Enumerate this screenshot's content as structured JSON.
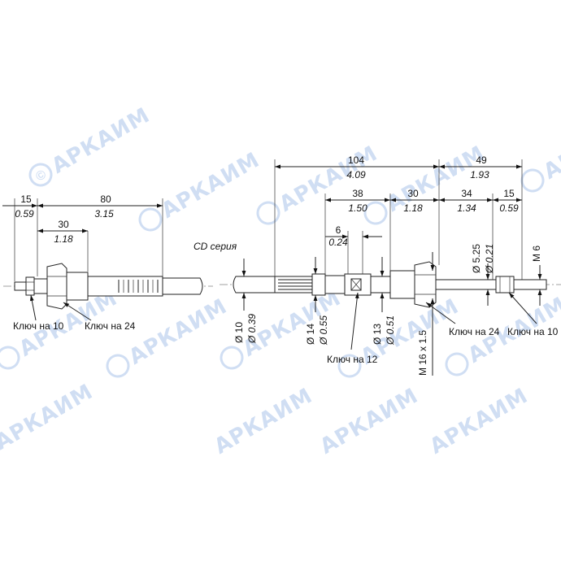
{
  "watermark": {
    "text": "АРКАИМ",
    "color": "#a9c4ea"
  },
  "left_view": {
    "dims": [
      {
        "main": "15",
        "sub": "0.59"
      },
      {
        "main": "80",
        "sub": "3.15"
      },
      {
        "main": "30",
        "sub": "1.18"
      }
    ],
    "callouts": [
      {
        "label": "Ключ на 10"
      },
      {
        "label": "Ключ на 24"
      }
    ]
  },
  "right_view": {
    "series_label": "CD серия",
    "dims": [
      {
        "main": "104",
        "sub": "4.09"
      },
      {
        "main": "49",
        "sub": "1.93"
      },
      {
        "main": "38",
        "sub": "1.50"
      },
      {
        "main": "30",
        "sub": "1.18"
      },
      {
        "main": "34",
        "sub": "1.34"
      },
      {
        "main": "15",
        "sub": "0.59"
      },
      {
        "main": "6",
        "sub": "0.24"
      }
    ],
    "diameters": [
      {
        "main": "Ø 10",
        "sub": "Ø 0.39"
      },
      {
        "main": "Ø 14",
        "sub": "Ø 0.55"
      },
      {
        "main": "Ø 13",
        "sub": "Ø 0.51"
      },
      {
        "main": "Ø 5.25",
        "sub": "Ø 0.21"
      }
    ],
    "threads": [
      {
        "label": "M 6"
      },
      {
        "label": "M 16 x 1.5"
      }
    ],
    "callouts": [
      {
        "label": "Ключ на 12"
      },
      {
        "label": "Ключ на 24"
      },
      {
        "label": "Ключ на 10"
      }
    ]
  }
}
